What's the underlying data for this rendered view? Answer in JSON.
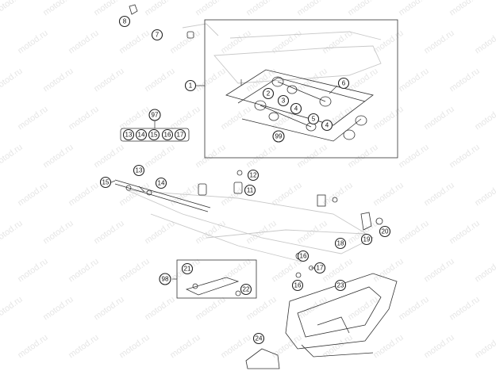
{
  "watermark": "motod.ru",
  "callouts": {
    "c8": "8",
    "c7": "7",
    "c1": "1",
    "c6": "6",
    "c2": "2",
    "c3": "3",
    "c4a": "4",
    "c4b": "4",
    "c5": "5",
    "c99": "99",
    "c97": "97",
    "kit97": [
      "13",
      "14",
      "15",
      "16",
      "17"
    ],
    "c13": "13",
    "c15": "15",
    "c14": "14",
    "c12": "12",
    "c11": "11",
    "c18": "18",
    "c19": "19",
    "c20": "20",
    "c16a": "16",
    "c17": "17",
    "c16b": "16",
    "c21": "21",
    "c98": "98",
    "c22": "22",
    "c23": "23",
    "c24": "24"
  }
}
